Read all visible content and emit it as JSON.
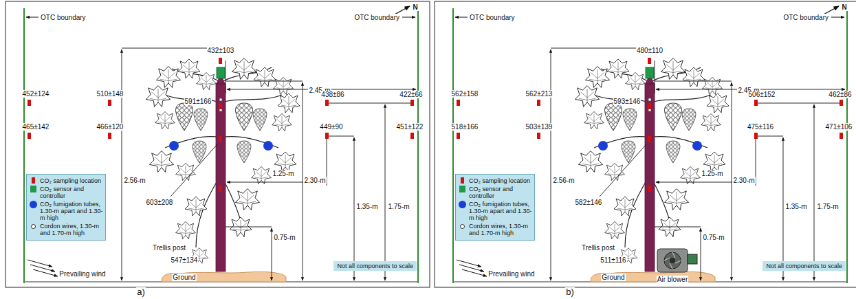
{
  "diagram": {
    "nodes": [
      {
        "text": [
          "Not all components to scale"
        ]
      },
      {
        "text": [
          "Not all components to scale"
        ]
      }
    ],
    "labels": [
      "OTC boundary",
      "N",
      "OTC boundary",
      "432±103",
      "2.45-m",
      "452±124",
      "510±148",
      "591±166",
      "438±86",
      "422±66",
      "465±142",
      "466±120",
      "449±90",
      "451±122",
      "2.56-m",
      "2.30-m",
      "1.35-m",
      "1.75-m",
      "603±208",
      "1.25-m",
      "547±134",
      "0.75-m",
      "Trellis post",
      "Ground",
      "Prevailing wind",
      "a)",
      "OTC boundary",
      "N",
      "OTC boundary",
      "480±110",
      "2.45-m",
      "562±158",
      "562±213",
      "593±146",
      "506±152",
      "462±86",
      "518±166",
      "503±139",
      "475±116",
      "471±106",
      "2.56-m",
      "2.30-m",
      "1.35-m",
      "1.75-m",
      "582±146",
      "1.25-m",
      "511±116",
      "0.75-m",
      "Trellis post",
      "Ground",
      "Prevailing wind",
      "b)",
      "Air blower"
    ],
    "legend": [
      {
        "text": "CO₂ sampling location",
        "color": "#d01010"
      },
      {
        "text": "CO₂ sensor and controller",
        "color": "#1f9a4a"
      },
      {
        "text": "CO₂ fumigation tubes, 1.30-m apart and 1.30-m high",
        "color": "#1a3fd6"
      },
      {
        "text": "Cordon wires, 1.30-m and 1.70-m high"
      },
      {
        "text": "CO₂ sampling location",
        "color": "#d01010"
      },
      {
        "text": "CO₂ sensor and controller",
        "color": "#1f9a4a"
      },
      {
        "text": "CO₂ fumigation tubes, 1.30-m apart and 1.30-m high",
        "color": "#1a3fd6"
      },
      {
        "text": "Cordon wires, 1.30-m and 1.70-m high"
      }
    ]
  }
}
